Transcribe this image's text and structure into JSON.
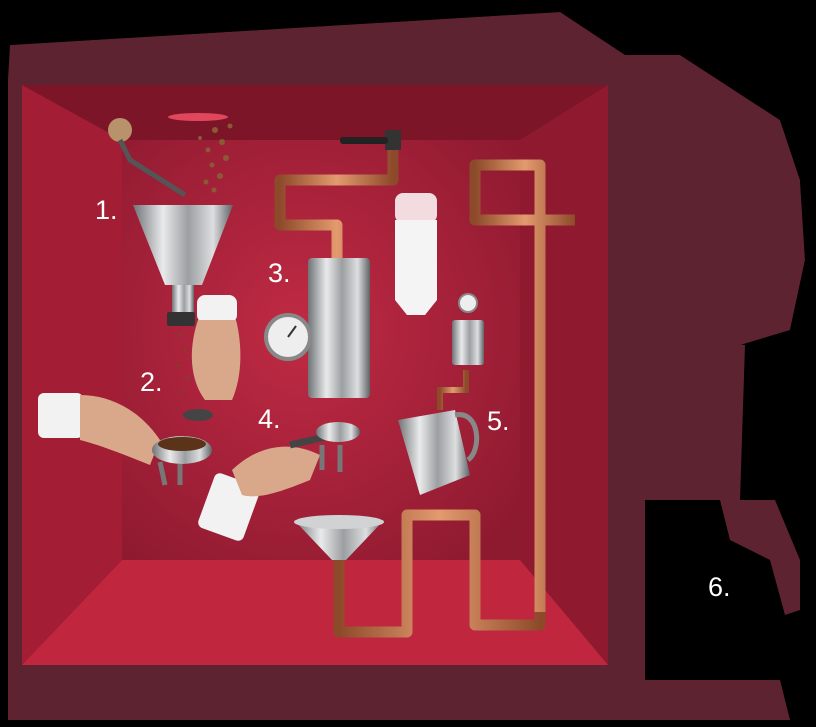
{
  "illustration": {
    "steps": [
      {
        "id": "grinder",
        "label": "1."
      },
      {
        "id": "tamping",
        "label": "2."
      },
      {
        "id": "boiler",
        "label": "3."
      },
      {
        "id": "portafilter",
        "label": "4."
      },
      {
        "id": "milk-steam",
        "label": "5."
      },
      {
        "id": "machine",
        "label": "6."
      }
    ]
  },
  "colors": {
    "machine_body": "#5e2330",
    "box_back": "#b3243c",
    "box_side": "#9a1d33",
    "box_floor": "#c0263e",
    "copper": "#c8734a",
    "steel": "#c9cbcd",
    "label": "#ffffff"
  }
}
